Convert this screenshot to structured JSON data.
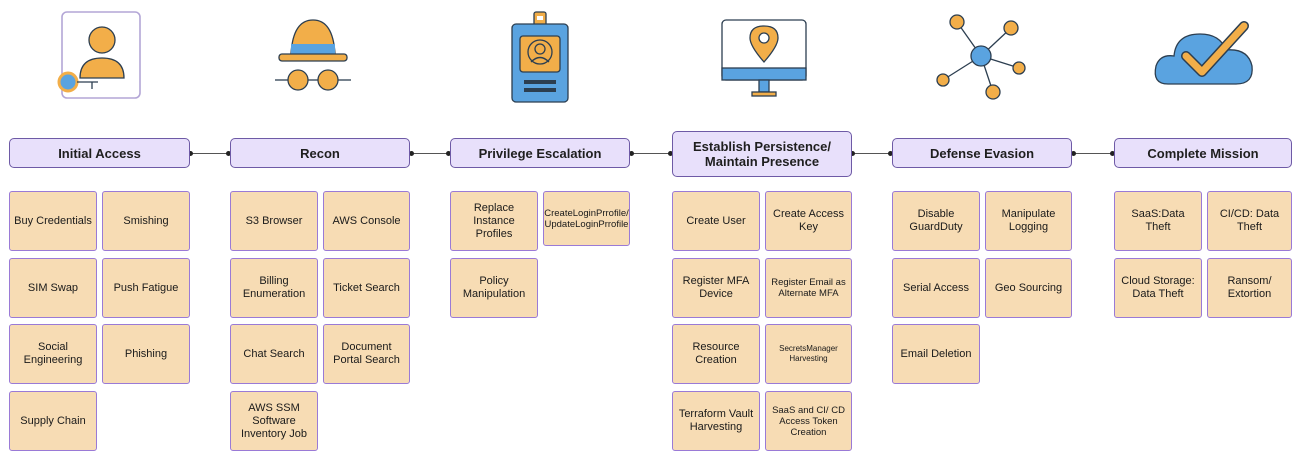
{
  "stages": [
    {
      "title": "Initial Access",
      "icon": "user-key-icon",
      "items": [
        "Buy Credentials",
        "Smishing",
        "SIM Swap",
        "Push Fatigue",
        "Social Engineering",
        "Phishing",
        "Supply Chain"
      ]
    },
    {
      "title": "Recon",
      "icon": "spy-hat-glasses-icon",
      "items": [
        "S3 Browser",
        "AWS Console",
        "Billing Enumeration",
        "Ticket Search",
        "Chat Search",
        "Document Portal Search",
        "AWS SSM Software Inventory Job"
      ]
    },
    {
      "title": "Privilege Escalation",
      "icon": "id-badge-icon",
      "items": [
        "Replace Instance Profiles",
        "CreateLoginPrrofile/ UpdateLoginPrrofile",
        "Policy Manipulation"
      ]
    },
    {
      "title": "Establish Persistence/ Maintain Presence",
      "icon": "monitor-location-pin-icon",
      "items": [
        "Create User",
        "Create Access Key",
        "Register MFA Device",
        "Register Email as Alternate MFA",
        "Resource Creation",
        "SecretsManager Harvesting",
        "Terraform Vault Harvesting",
        "SaaS and CI/ CD Access Token Creation"
      ]
    },
    {
      "title": "Defense Evasion",
      "icon": "network-nodes-icon",
      "items": [
        "Disable GuardDuty",
        "Manipulate Logging",
        "Serial Access",
        "Geo Sourcing",
        "Email Deletion"
      ]
    },
    {
      "title": "Complete Mission",
      "icon": "cloud-checkmark-icon",
      "items": [
        "SaaS:Data Theft",
        "CI/CD: Data Theft",
        "Cloud Storage: Data Theft",
        "Ransom/ Extortion"
      ]
    }
  ],
  "colors": {
    "header_fill": "#e8e0fb",
    "header_border": "#6e5aa6",
    "card_fill": "#f7dcb4",
    "card_border": "#9a7ad6",
    "icon_orange": "#f2ae49",
    "icon_blue": "#5aa3e0"
  }
}
